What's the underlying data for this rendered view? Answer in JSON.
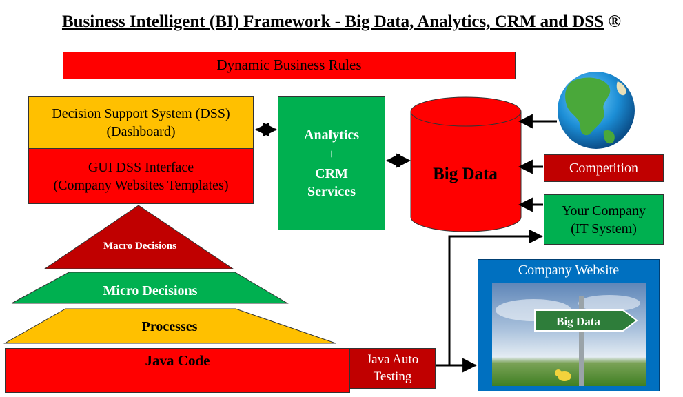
{
  "title": "Business Intelligent (BI) Framework - Big Data, Analytics, CRM and DSS",
  "title_mark": "®",
  "dynamic_rules": "Dynamic Business Rules",
  "dss": {
    "line1": "Decision Support System (DSS)",
    "line2": "(Dashboard)"
  },
  "gui": {
    "line1": "GUI DSS Interface",
    "line2": "(Company Websites Templates)"
  },
  "analytics": {
    "line1": "Analytics",
    "line2": "+",
    "line3": "CRM",
    "line4": "Services"
  },
  "bigdata": "Big Data",
  "competition": "Competition",
  "your_company": {
    "line1": "Your Company",
    "line2": "(IT System)"
  },
  "pyramid": {
    "macro": "Macro Decisions",
    "micro": "Micro Decisions",
    "processes": "Processes"
  },
  "java_code": "Java Code",
  "java_testing": {
    "line1": "Java Auto",
    "line2": "Testing"
  },
  "website": {
    "title": "Company Website",
    "sign": "Big Data"
  },
  "colors": {
    "red": "#ff0000",
    "dark_red": "#c00000",
    "yellow": "#ffc000",
    "green": "#00b050",
    "blue": "#0070c0"
  },
  "icons": [
    "globe-icon",
    "road-sign-icon",
    "elephant-icon"
  ]
}
